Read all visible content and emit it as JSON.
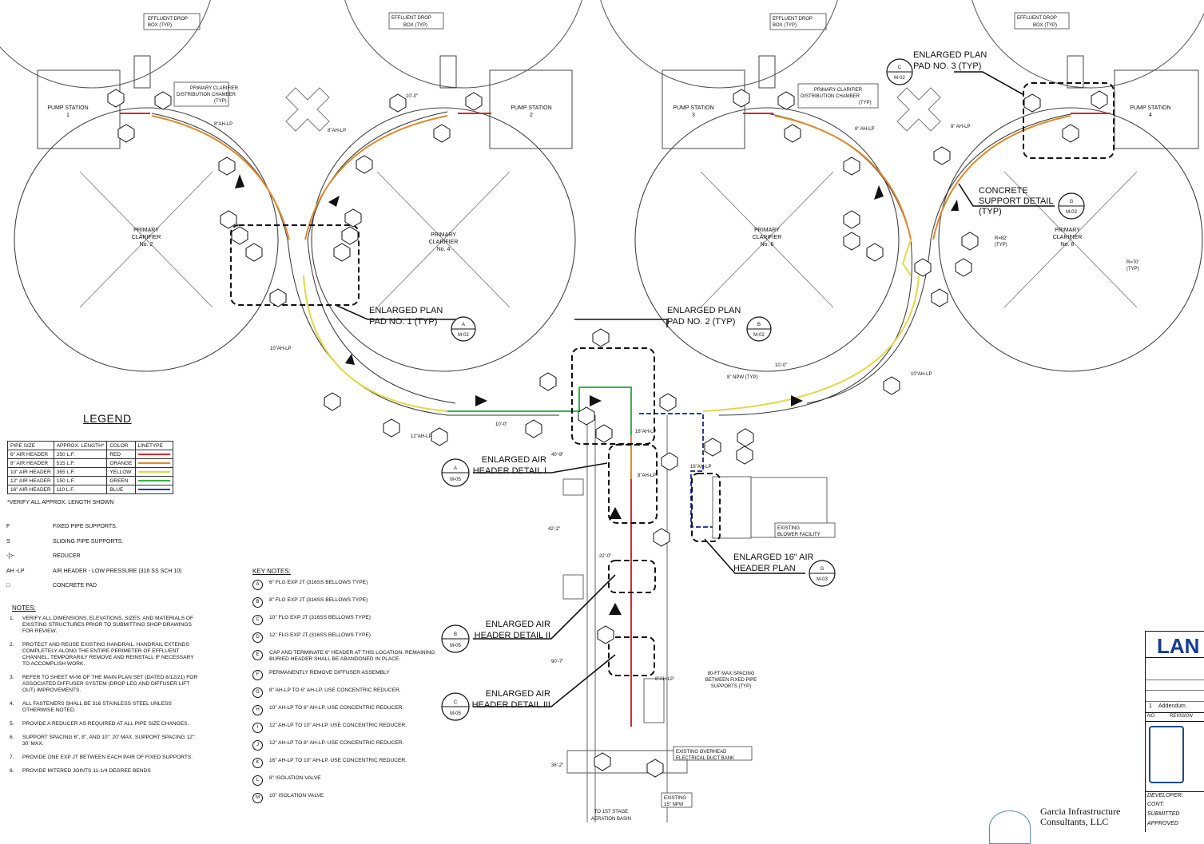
{
  "circle_labels": {
    "pc2": [
      "PRIMARY",
      "CLARIFIER",
      "No. 2"
    ],
    "pc4": [
      "PRIMARY",
      "CLARIFIER",
      "No. 4"
    ],
    "pc6": [
      "PRIMARY",
      "CLARIFIER",
      "No. 6"
    ],
    "pc8": [
      "PRIMARY",
      "CLARIFIER",
      "No. 8"
    ]
  },
  "pump_stations": {
    "ps1": [
      "PUMP STATION",
      "1"
    ],
    "ps2": [
      "PUMP STATION",
      "2"
    ],
    "ps3": [
      "PUMP STATION",
      "3"
    ],
    "ps4": [
      "PUMP STATION",
      "4"
    ]
  },
  "effluent_drop_box": [
    "EFFLUENT DROP",
    "BOX (TYP)"
  ],
  "distribution_chamber": [
    "PRIMARY CLARIFIER",
    "DISTRIBUTION CHAMBER",
    "(TYP)"
  ],
  "callouts": {
    "pad1": [
      "ENLARGED PLAN",
      "PAD NO. 1 (TYP)"
    ],
    "pad2": [
      "ENLARGED PLAN",
      "PAD NO. 2 (TYP)"
    ],
    "pad3": [
      "ENLARGED PLAN",
      "PAD NO. 3 (TYP)"
    ],
    "support": [
      "CONCRETE",
      "SUPPORT DETAIL",
      "(TYP)"
    ],
    "detail1": [
      "ENLARGED AIR",
      "HEADER DETAIL I"
    ],
    "detail2": [
      "ENLARGED AIR",
      "HEADER DETAIL II"
    ],
    "detail3": [
      "ENLARGED AIR",
      "HEADER DETAIL III"
    ],
    "plan16": [
      "ENLARGED 16\" AIR",
      "HEADER PLAN"
    ]
  },
  "section_marks": {
    "pad1": [
      "A",
      "M-02"
    ],
    "pad2": [
      "B",
      "M-02"
    ],
    "pad3": [
      "C",
      "M-02"
    ],
    "support": [
      "G",
      "M-03"
    ],
    "d1": [
      "A",
      "M-05"
    ],
    "d2": [
      "B",
      "M-05"
    ],
    "d3": [
      "C",
      "M-05"
    ],
    "plan16": [
      "G",
      "M-03"
    ]
  },
  "pipe_labels": {
    "ah8a": "8\"AH-LP",
    "ah8b": "8\"AH-LP",
    "ah8c": "8\" AH-LP",
    "ah8d": "8\" AH-LP",
    "ah10a": "10\"AH-LP",
    "ah10b": "10\"AH-LP",
    "ah12": "12\"AH-LP",
    "ah16a": "16\"AH-LP",
    "ah16b": "16\"AH-LP",
    "ah8e": "8\"AH-LP",
    "ah8f": "8\"AH-LP",
    "npw": "8\" NPW (TYP)"
  },
  "dims": {
    "d1": "10'-0\"",
    "d2": "10'-0\"",
    "d3": "10'-0\"",
    "d4": "40'-9\"",
    "d5": "42'-2\"",
    "d6": "22'-0\"",
    "d7": "90'-7\"",
    "d8": "36'-2\"",
    "r82": [
      "R=82'",
      "(TYP)"
    ],
    "r70": [
      "R=70'",
      "(TYP)"
    ]
  },
  "misc_notes": {
    "blower": [
      "EXISTING",
      "BLOWER FACILITY"
    ],
    "spacing": [
      "80-FT MAX SPACING",
      "BETWEEN FIXED PIPE",
      "SUPPORTS (TYP)"
    ],
    "ductbank": [
      "EXISTING OVERHEAD",
      "ELECTRICAL DUCT BANK"
    ],
    "npw15": [
      "EXISTING",
      "15\" NPW"
    ],
    "basin": [
      "TO 1ST STAGE",
      "AERATION BASIN"
    ]
  },
  "legend": {
    "title": "LEGEND",
    "headers": [
      "PIPE SIZE",
      "APPROX. LENGTH*",
      "COLOR",
      "LINETYPE"
    ],
    "rows": [
      {
        "size": "6\" AIR HEADER",
        "len": "250 L.F.",
        "color": "RED",
        "hex": "#d62b2b"
      },
      {
        "size": "8\" AIR HEADER",
        "len": "515 L.F.",
        "color": "ORANGE",
        "hex": "#e08a2c"
      },
      {
        "size": "10\" AIR HEADER",
        "len": "365 L.F.",
        "color": "YELLOW",
        "hex": "#e3d84a"
      },
      {
        "size": "12\" AIR HEADER",
        "len": "150 L.F.",
        "color": "GREEN",
        "hex": "#37b34a"
      },
      {
        "size": "16\" AIR HEADER",
        "len": "110 L.F.",
        "color": "BLUE",
        "hex": "#2a3d9c"
      }
    ],
    "note": "*VERIFY ALL APPROX. LENGTH SHOWN",
    "symbols": [
      {
        "sym": "F",
        "label": "FIXED PIPE SUPPORTS."
      },
      {
        "sym": "S",
        "label": "SLIDING PIPE SUPPORTS."
      },
      {
        "sym": "-[>-",
        "label": "REDUCER"
      },
      {
        "sym": "AH -LP",
        "label": "AIR HEADER - LOW PRESSURE (316 SS SCH 10)"
      },
      {
        "sym": "□",
        "label": "CONCRETE PAD"
      }
    ]
  },
  "notes": {
    "title": "NOTES:",
    "items": [
      {
        "n": "1.",
        "text": "VERIFY ALL DIMENSIONS, ELEVATIONS, SIZES, AND MATERIALS OF EXISTING STRUCTURES PRIOR TO SUBMITTING SHOP DRAWINGS FOR REVIEW."
      },
      {
        "n": "2.",
        "text": "PROTECT AND REUSE EXISTING HANDRAIL. HANDRAIL EXTENDS COMPLETELY ALONG THE ENTIRE PERIMETER OF EFFLUENT CHANNEL. TEMPORARILY REMOVE AND REINSTALL IF NECESSARY TO ACCOMPLISH WORK."
      },
      {
        "n": "3.",
        "text": "REFER TO SHEET M-06 OF THE MAIN PLAN SET (DATED 8/12/21) FOR ASSOCIATED DIFFUSER SYSTEM (DROP LEG AND DIFFUSER LIFT OUT) IMPROVEMENTS."
      },
      {
        "n": "4.",
        "text": "ALL FASTENERS SHALL BE 316 STAINLESS STEEL UNLESS OTHERWISE NOTED."
      },
      {
        "n": "5.",
        "text": "PROVIDE A REDUCER AS REQUIRED AT ALL PIPE SIZE CHANGES."
      },
      {
        "n": "6.",
        "text": "SUPPORT SPACING 6\", 8\", AND 10\": 20' MAX. SUPPORT SPACING 12\": 30' MAX."
      },
      {
        "n": "7.",
        "text": "PROVIDE ONE EXP JT BETWEEN EACH PAIR OF FIXED SUPPORTS."
      },
      {
        "n": "8.",
        "text": "PROVIDE MITERED JOINTS 11-1/4 DEGREE BENDS"
      }
    ]
  },
  "key_notes": {
    "title": "KEY NOTES:",
    "items": [
      {
        "k": "A",
        "text": "6\" FLG EXP JT (316SS BELLOWS TYPE)"
      },
      {
        "k": "B",
        "text": "8\" FLG EXP JT (316SS BELLOWS TYPE)"
      },
      {
        "k": "C",
        "text": "10\" FLG EXP JT (316SS BELLOWS TYPE)"
      },
      {
        "k": "D",
        "text": "12\" FLG EXP JT (316SS BELLOWS TYPE)"
      },
      {
        "k": "E",
        "text": "CAP AND TERMINATE 6\" HEADER AT THIS LOCATION. REMAINING BURIED HEADER SHALL BE ABANDONED IN PLACE."
      },
      {
        "k": "F",
        "text": "PERMANENTLY REMOVE DIFFUSER ASSEMBLY"
      },
      {
        "k": "G",
        "text": "8\" AH-LP TO 6\" AH-LP. USE CONCENTRIC REDUCER."
      },
      {
        "k": "H",
        "text": "10\" AH-LP TO 8\" AH-LP. USE CONCENTRIC REDUCER."
      },
      {
        "k": "I",
        "text": "12\" AH-LP TO 10\" AH-LP. USE CONCENTRIC REDUCER."
      },
      {
        "k": "J",
        "text": "12\" AH-LP TO 8\" AH-LP. USE CONCENTRIC REDUCER."
      },
      {
        "k": "K",
        "text": "16\" AH-LP TO 10\" AH-LP. USE CONCENTRIC REDUCER."
      },
      {
        "k": "L",
        "text": "8\" ISOLATION VALVE"
      },
      {
        "k": "M",
        "text": "10\" ISOLATION VALVE"
      }
    ]
  },
  "title_block": {
    "logo": "LAN",
    "rev_no": "1",
    "rev_text": "Addendum",
    "no_hdr": "NO.",
    "rev_hdr": "REVISION",
    "developer": "DEVELOPER:",
    "cont": "CONT.",
    "submitted": "SUBMITTED",
    "approved": "APPROVED",
    "firm": [
      "Garcia Infrastructure",
      "Consultants, LLC"
    ]
  }
}
